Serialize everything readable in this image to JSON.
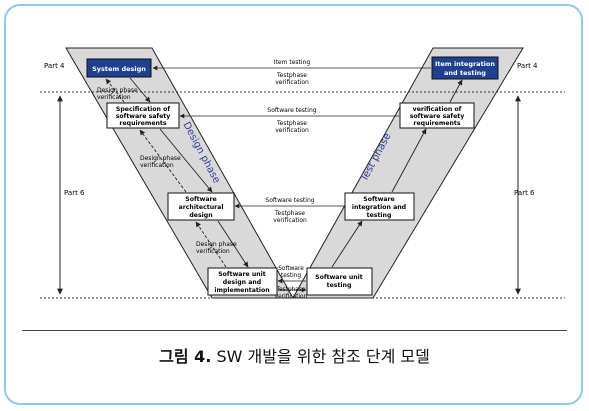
{
  "labels": {
    "part4_left": "Part 4",
    "part4_right": "Part 4",
    "part6_left": "Part 6",
    "part6_right": "Part 6",
    "design_phase": "Design phase",
    "test_phase": "Test phase"
  },
  "boxes": {
    "system_design": "System design",
    "item_integration": [
      "Item integration",
      "and testing"
    ],
    "spec_safety": [
      "Specification of",
      "software safety",
      "requirements"
    ],
    "verif_safety": [
      "verification of",
      "software safety",
      "requirements"
    ],
    "sw_arch": [
      "Software",
      "architectural",
      "design"
    ],
    "sw_integration": [
      "Software",
      "integration and",
      "testing"
    ],
    "sw_unit_design": [
      "Software unit",
      "design and",
      "implementation"
    ],
    "sw_unit_testing": [
      "Software unit",
      "testing"
    ]
  },
  "arrows": {
    "item_testing": "Item testing",
    "testphase_verification_1": [
      "Testphase",
      "verification"
    ],
    "software_testing_1": "Software testing",
    "testphase_verification_2": [
      "Testphase",
      "verification"
    ],
    "software_testing_2": "Software testing",
    "testphase_verification_3": [
      "Testphase",
      "verification"
    ],
    "software_testing_3": [
      "Software",
      "testing"
    ],
    "testphase_verification_4": [
      "Testphase",
      "verification"
    ]
  },
  "design_verification": {
    "dpv1": [
      "Design phase",
      "verification"
    ],
    "dpv2": [
      "Design phase",
      "verification"
    ],
    "dpv3": [
      "Design phase",
      "verification"
    ]
  },
  "caption": {
    "figure_label": "그림 4.",
    "text": " SW 개발을 위한 참조 단계 모델"
  },
  "colors": {
    "frame_border": "#8ec9e8",
    "v_fill": "#d9d9d9",
    "dark_box": "#1f3f8f",
    "phase_text": "#2d3f9a"
  }
}
